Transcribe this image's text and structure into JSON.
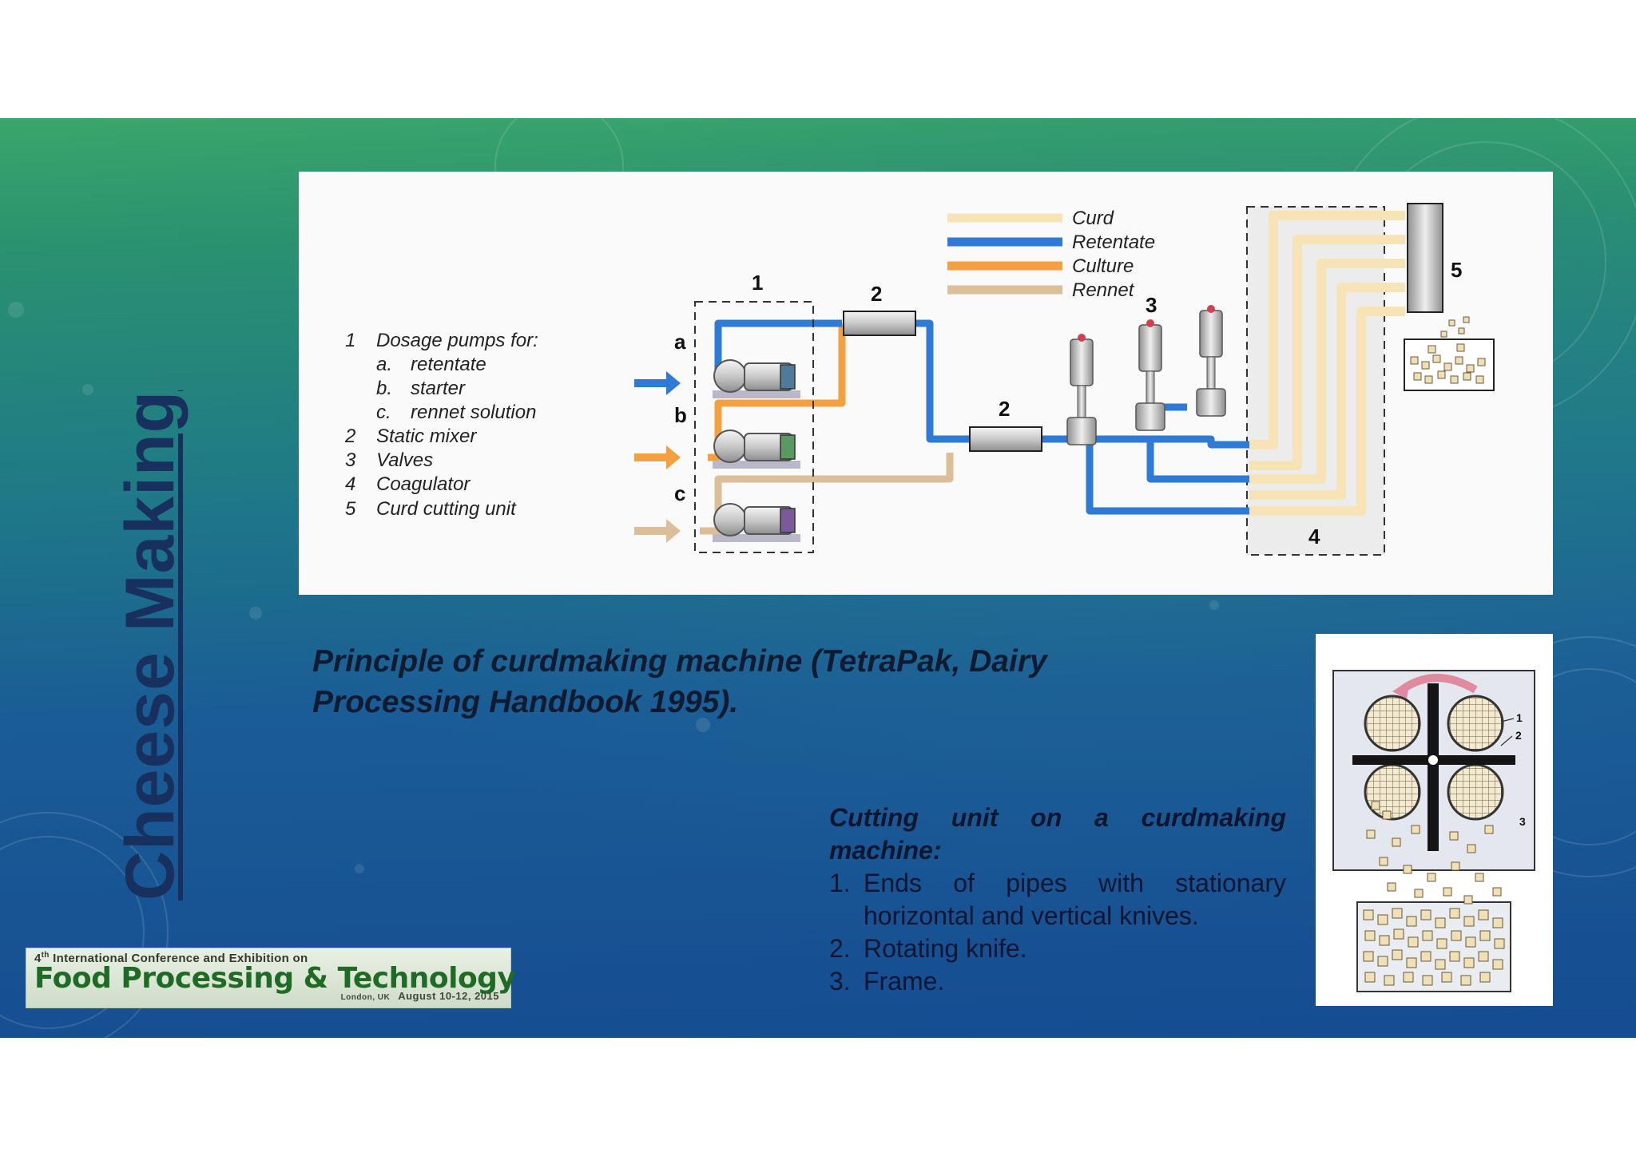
{
  "slide": {
    "title": "Cheese Making",
    "caption": "Principle of curdmaking machine (TetraPak, Dairy Processing Handbook 1995)."
  },
  "diagram": {
    "legend": {
      "curd": "Curd",
      "retentate": "Retentate",
      "culture": "Culture",
      "rennet": "Rennet"
    },
    "colors": {
      "curd": "#f6e4b6",
      "retentate": "#2e7ad4",
      "culture": "#f2a040",
      "rennet": "#dbbf98"
    },
    "key": [
      {
        "num": "1",
        "text": "Dosage pumps for:"
      },
      {
        "num": "a.",
        "text": "retentate"
      },
      {
        "num": "b.",
        "text": "starter"
      },
      {
        "num": "c.",
        "text": "rennet solution"
      },
      {
        "num": "2",
        "text": "Static mixer"
      },
      {
        "num": "3",
        "text": "Valves"
      },
      {
        "num": "4",
        "text": "Coagulator"
      },
      {
        "num": "5",
        "text": "Curd cutting unit"
      }
    ],
    "callouts": {
      "pumps": "1",
      "mixer_top": "2",
      "mixer_bottom": "2",
      "valves": "3",
      "coagulator": "4",
      "cutter": "5",
      "pump_a": "a",
      "pump_b": "b",
      "pump_c": "c"
    }
  },
  "cutting_unit": {
    "heading": "Cutting unit on a curdmaking machine:",
    "items": [
      {
        "num": "1.",
        "text": "Ends of pipes with stationary horizontal and vertical knives."
      },
      {
        "num": "2.",
        "text": "Rotating knife."
      },
      {
        "num": "3.",
        "text": "Frame."
      }
    ],
    "figure_labels": {
      "l1": "1",
      "l2": "2",
      "l3": "3"
    }
  },
  "logo": {
    "line1_prefix": "4",
    "line1_sup": "th",
    "line1_rest": " International Conference and Exhibition on",
    "name": "Food Processing & Technology",
    "location": "London, UK",
    "dates": "August 10-12, 2015"
  }
}
